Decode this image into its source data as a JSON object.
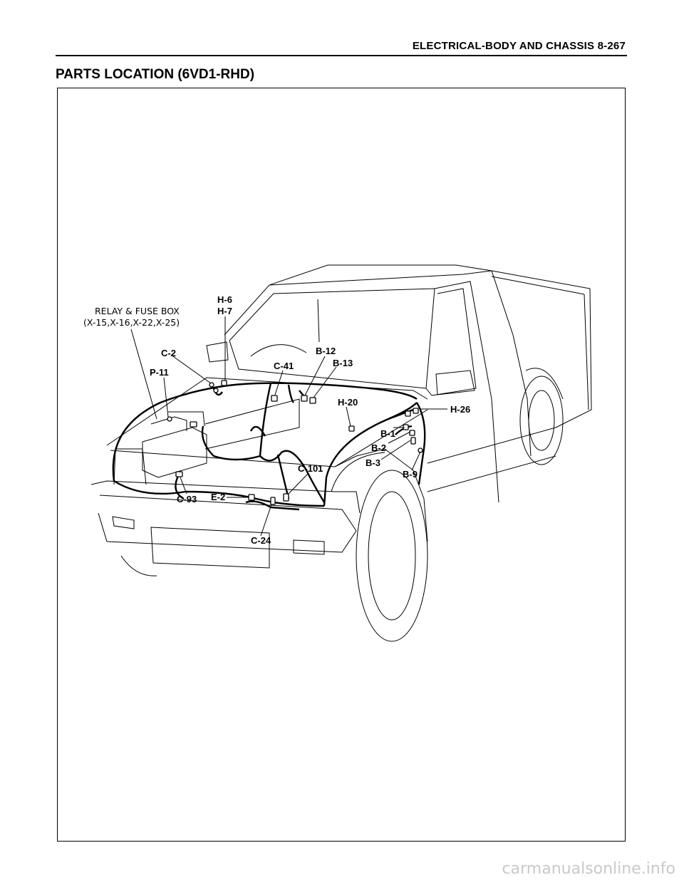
{
  "header": {
    "text": "ELECTRICAL-BODY AND CHASSIS  8-267"
  },
  "title": "PARTS LOCATION (6VD1-RHD)",
  "labels": {
    "relay_line1": "RELAY & FUSE BOX",
    "relay_line2": "(X-15,X-16,X-22,X-25)",
    "h6": "H-6",
    "h7": "H-7",
    "c2": "C-2",
    "p11": "P-11",
    "c41": "C-41",
    "b12": "B-12",
    "b13": "B-13",
    "h20": "H-20",
    "h26": "H-26",
    "b1": "B-1",
    "b2": "B-2",
    "b3": "B-3",
    "b9": "B-9",
    "c101": "C-101",
    "e2": "E-2",
    "c93": "C-93",
    "c24": "C-24"
  },
  "watermark": "carmanualsonline.info"
}
